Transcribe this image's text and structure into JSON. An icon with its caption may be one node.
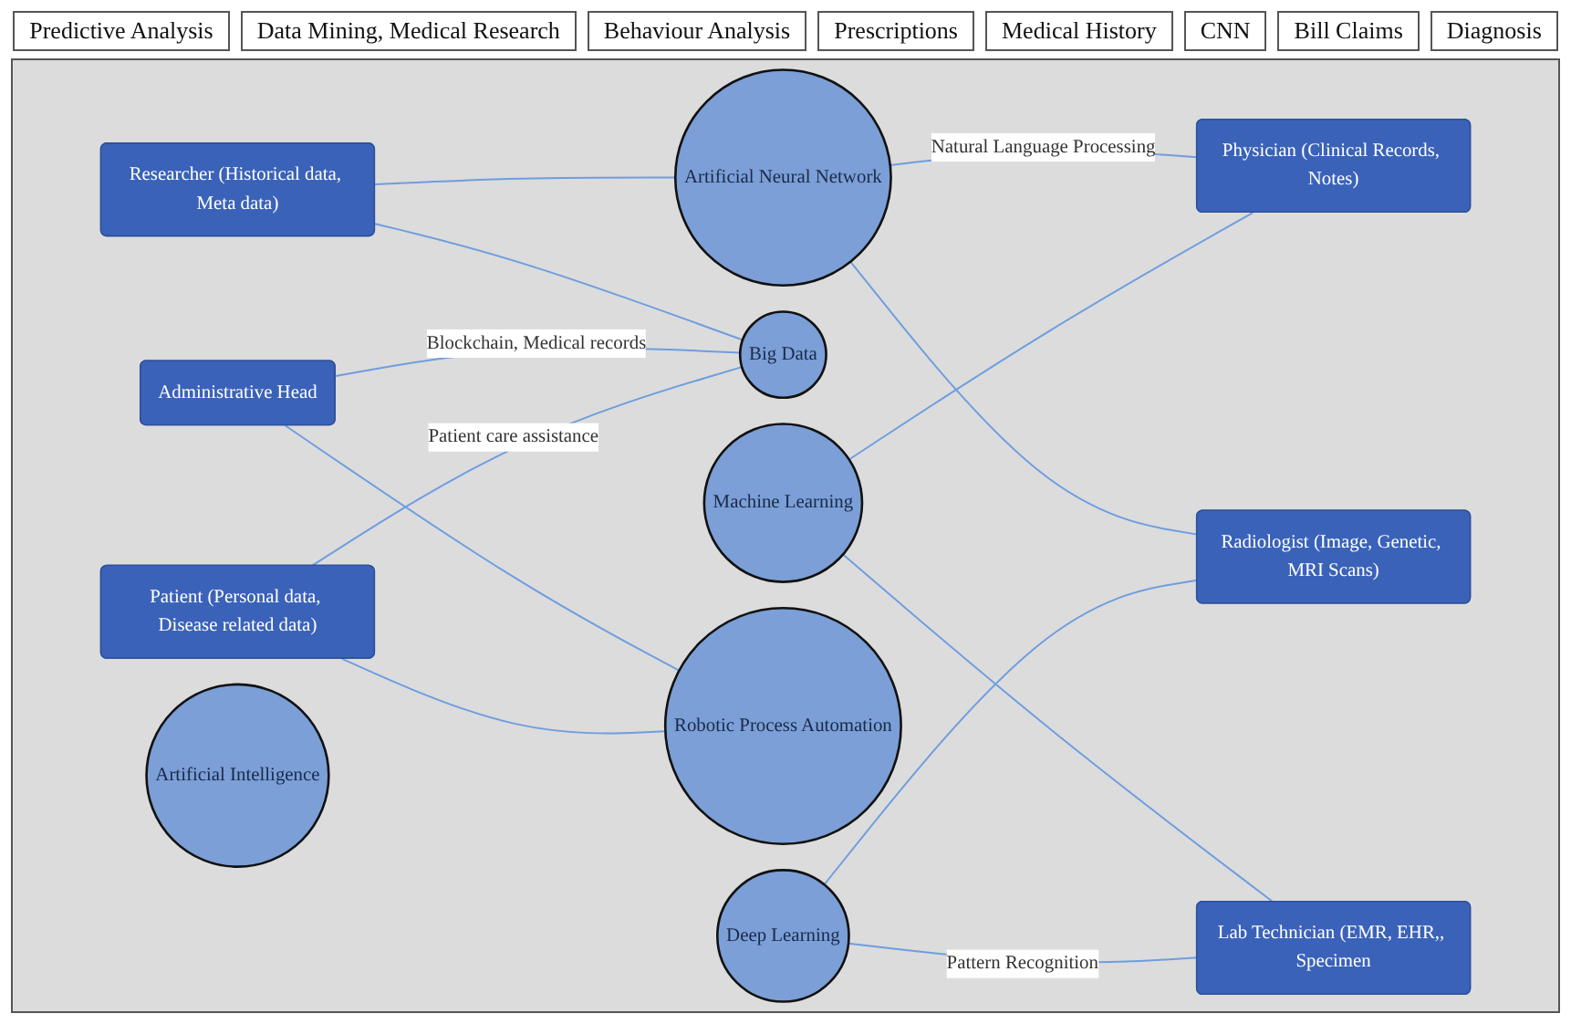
{
  "diagram": {
    "nodes": [
      {
        "text": [
          "Researcher (Historical data, Meta data)"
        ]
      },
      {
        "text": [
          "Administrative Head"
        ]
      },
      {
        "text": [
          "Patient (Personal data, Disease related data)"
        ]
      },
      {
        "text": [
          "Artificial Neural Network"
        ]
      },
      {
        "text": [
          "Big Data"
        ]
      },
      {
        "text": [
          "Artificial Intelligence"
        ]
      },
      {
        "text": [
          "Machine Learning"
        ]
      },
      {
        "text": [
          "Robotic Process Automation"
        ]
      },
      {
        "text": [
          "Deep Learning"
        ]
      },
      {
        "text": [
          "Physician (Clinical Records, Notes)"
        ]
      },
      {
        "text": [
          "Lab Technician (EMR, EHR,, Specimen"
        ]
      },
      {
        "text": [
          "Radiologist (Image, Genetic, MRI Scans)"
        ]
      }
    ],
    "edges": [
      {
        "from": 0,
        "to": 3,
        "arrow": "none"
      },
      {
        "from": 0,
        "to": 4,
        "arrow": "none"
      },
      {
        "from": 1,
        "to": 4,
        "arrow": "none",
        "label": "Blockchain, Medical records"
      },
      {
        "from": 1,
        "to": 7,
        "arrow": "none"
      },
      {
        "from": 2,
        "to": 4,
        "arrow": "none",
        "label": "Patient care assistance"
      },
      {
        "from": 2,
        "to": 7,
        "arrow": "none"
      },
      {
        "from": 3,
        "to": 9,
        "arrow": "none",
        "label": "Natural Language Processing"
      },
      {
        "from": 3,
        "to": 11,
        "arrow": "none"
      },
      {
        "from": 6,
        "to": 9,
        "arrow": "none"
      },
      {
        "from": 6,
        "to": 10,
        "arrow": "none"
      },
      {
        "from": 8,
        "to": 10,
        "arrow": "none",
        "label": "Pattern Recognition"
      },
      {
        "from": 8,
        "to": 11,
        "arrow": "none"
      }
    ],
    "labels": [
      "Predictive Analysis",
      "Data Mining, Medical Research",
      "Behaviour Analysis",
      "Prescriptions",
      "Medical History",
      "CNN",
      "Bill Claims",
      "Diagnosis"
    ]
  }
}
